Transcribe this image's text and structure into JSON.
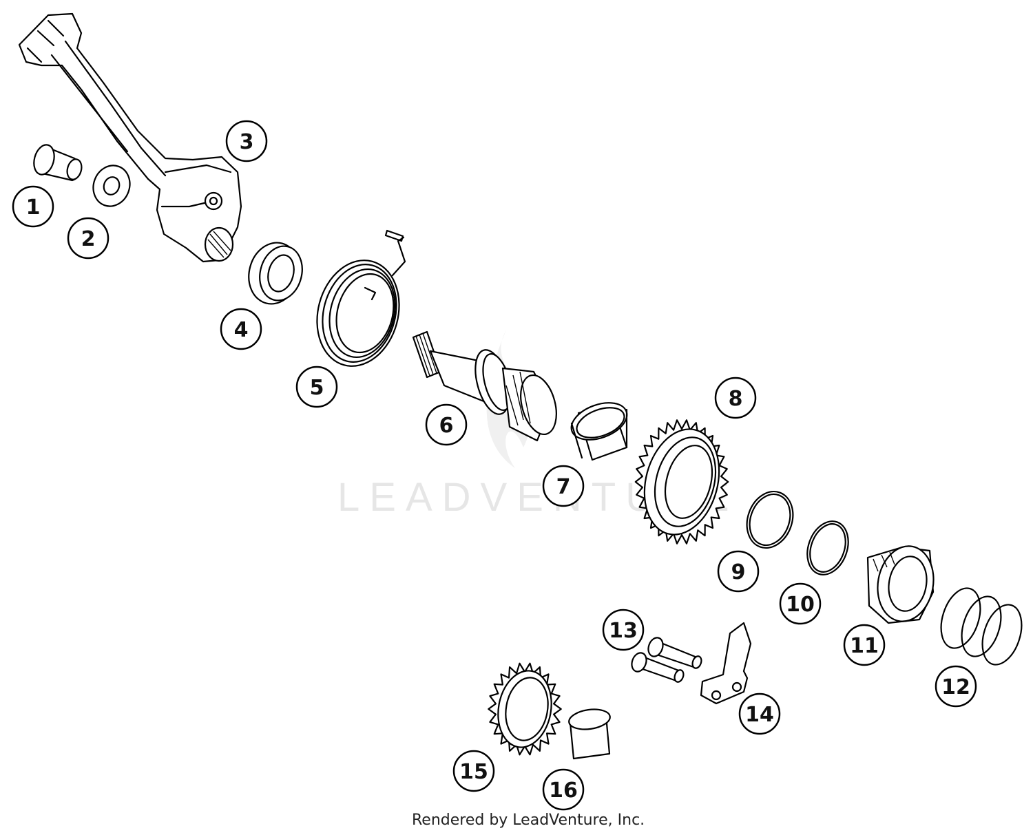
{
  "callouts": [
    {
      "num": "1"
    },
    {
      "num": "2"
    },
    {
      "num": "3"
    },
    {
      "num": "4"
    },
    {
      "num": "5"
    },
    {
      "num": "6"
    },
    {
      "num": "7"
    },
    {
      "num": "8"
    },
    {
      "num": "9"
    },
    {
      "num": "10"
    },
    {
      "num": "11"
    },
    {
      "num": "12"
    },
    {
      "num": "13"
    },
    {
      "num": "14"
    },
    {
      "num": "15"
    },
    {
      "num": "16"
    }
  ],
  "watermark": "LEADVENTURE",
  "footer": "Rendered by LeadVenture, Inc."
}
